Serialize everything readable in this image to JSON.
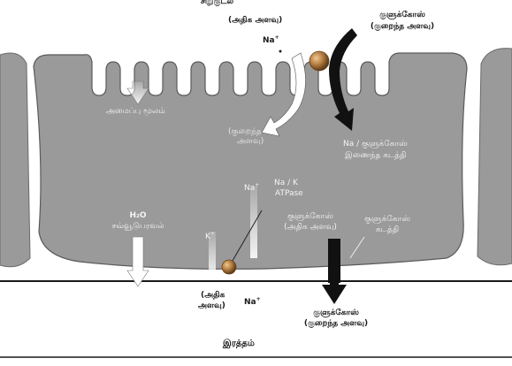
{
  "labels": {
    "lumen": "சிறுகுடல்",
    "na_high": "(அதிக அளவு)",
    "na_top": "Na",
    "glucose_top_1": "குளுக்கோஸ்",
    "glucose_top_2": "(குறைந்த அளவு)",
    "water_absorb": "அமைப்பு மூலம்",
    "na_low_1": "(குறைந்த",
    "na_low_2": "அளவு)",
    "na_glucose_1": "Na / குளுக்கோஸ்",
    "na_glucose_2": "இணைந்த கடத்தி",
    "na_inside": "Na",
    "pump_1": "Na / K",
    "pump_2": "ATPase",
    "h2o_1": "H₂O",
    "h2o_2": "சவ்வூடுபரவல்",
    "k_ion": "K",
    "glucose_mid_1": "குளுக்கோஸ்",
    "glucose_mid_2": "(அதிக அளவு)",
    "glut_1": "குளுக்கோஸ்",
    "glut_2": "கடத்தி",
    "na_high_bottom_1": "(அதிக",
    "na_high_bottom_2": "அளவு)",
    "na_bottom": "Na",
    "glucose_bottom_1": "குளுக்கோஸ்",
    "glucose_bottom_2": "(குறைந்த அளவு)",
    "blood": "இரத்தம்"
  },
  "colors": {
    "cell": "#9a9a9a",
    "cell_edge": "#5a5a5a",
    "sphere": "#b07a3e",
    "black_arrow": "#111111",
    "white_arrow": "#ffffff"
  }
}
